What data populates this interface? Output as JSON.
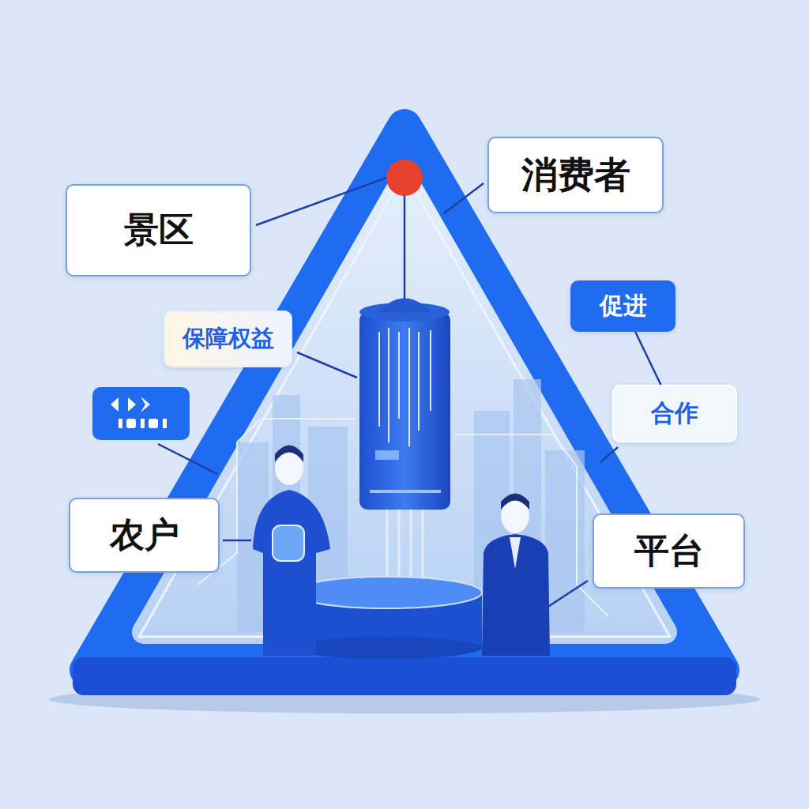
{
  "diagram": {
    "nodes": [
      {
        "text": [
          "消费者"
        ]
      },
      {
        "text": [
          "景区"
        ]
      },
      {
        "text": [
          "促进"
        ]
      },
      {
        "text": [
          "保障权益"
        ]
      },
      {
        "text": [
          "合作"
        ]
      },
      {
        "text": [
          "农户"
        ]
      },
      {
        "text": [
          "平台"
        ]
      }
    ],
    "edges": [
      {
        "from": 2,
        "to": 4,
        "arrow": "none"
      }
    ]
  }
}
